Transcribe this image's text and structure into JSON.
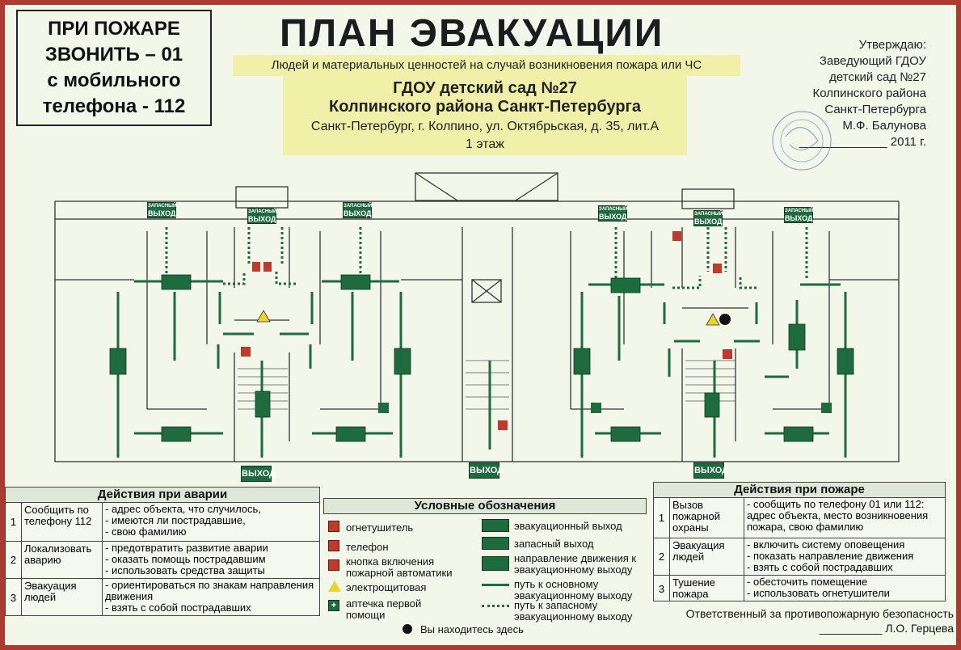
{
  "fire_call": {
    "lines": [
      "ПРИ ПОЖАРЕ",
      "ЗВОНИТЬ – 01",
      "с мобильного",
      "телефона - 112"
    ]
  },
  "header": {
    "title": "ПЛАН ЭВАКУАЦИИ",
    "subtitle": "Людей и материальных ценностей на случай возникновения пожара или ЧС",
    "org_line1": "ГДОУ детский сад №27",
    "org_line2": "Колпинского района Санкт-Петербурга",
    "address": "Санкт-Петербург, г. Колпино, ул. Октябрьская, д. 35, лит.А",
    "floor": "1 этаж"
  },
  "approval": {
    "lines": [
      "Утверждаю:",
      "Заведующий ГДОУ",
      "детский сад №27",
      "Колпинского района",
      "Санкт-Петербурга",
      "М.Ф. Балунова",
      "_____________ 2011 г."
    ]
  },
  "plan": {
    "exit_label": "ВЫХОД",
    "reserve_exit_line1": "ЗАПАСНЫЙ",
    "reserve_exit_line2": "ВЫХОД"
  },
  "accident": {
    "title": "Действия при аварии",
    "rows": [
      {
        "num": "1",
        "action": "Сообщить по телефону 112",
        "desc": "- адрес объекта, что случилось,\n- имеются ли пострадавшие,\n- свою фамилию"
      },
      {
        "num": "2",
        "action": "Локализовать аварию",
        "desc": "- предотвратить развитие аварии\n- оказать помощь пострадавшим\n- использовать средства защиты"
      },
      {
        "num": "3",
        "action": "Эвакуация людей",
        "desc": "- ориентироваться по знакам направления движения\n- взять с собой пострадавших"
      }
    ]
  },
  "legend": {
    "title": "Условные обозначения",
    "items": [
      "огнетушитель",
      "телефон",
      "кнопка включения пожарной автоматики",
      "электрощитовая",
      "аптечка первой помощи",
      "Вы находитесь здесь"
    ],
    "items_right": [
      "эвакуационный выход",
      "запасный выход",
      "направление движения к эвакуационному выходу",
      "путь к основному эвакуационному выходу",
      "путь к запасному эвакуационному выходу"
    ]
  },
  "fire": {
    "title": "Действия при пожаре",
    "rows": [
      {
        "num": "1",
        "action": "Вызов пожарной охраны",
        "desc": "- сообщить по телефону 01 или 112: адрес объекта, место возникновения пожара, свою фамилию"
      },
      {
        "num": "2",
        "action": "Эвакуация людей",
        "desc": "- включить систему оповещения\n- показать направление движения\n- взять с собой пострадавших"
      },
      {
        "num": "3",
        "action": "Тушение пожара",
        "desc": "- обесточить помещение\n- использовать огнетушители"
      }
    ]
  },
  "responsible": {
    "line1": "Ответственный за противопожарную безопасность",
    "line2": "__________ Л.О. Герцева"
  }
}
